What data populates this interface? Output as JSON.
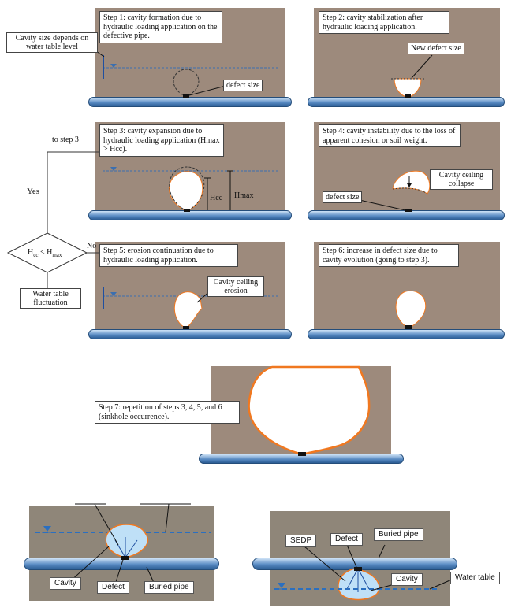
{
  "steps": {
    "step1": "Step 1: cavity formation due to hydraulic loading application on the defective pipe.",
    "step2": "Step 2: cavity stabilization after hydraulic loading application.",
    "step3": "Step 3: cavity expansion due to hydraulic loading application (Hmax > Hcc).",
    "step4": "Step 4: cavity instability due to the loss of apparent cohesion or soil weight.",
    "step5": "Step 5: erosion continuation due to hydraulic loading application.",
    "step6": "Step 6: increase in defect size due to cavity evolution (going to step 3).",
    "step7": "Step 7: repetition of steps 3, 4, 5, and 6 (sinkhole occurrence)."
  },
  "labels": {
    "cavity_size_depends": "Cavity size depends on water table level",
    "defect_size": "defect size",
    "new_defect_size": "New defect size",
    "hcc": "Hcc",
    "hmax": "Hmax",
    "cavity_ceiling_collapse": "Cavity ceiling collapse",
    "cavity_ceiling_erosion": "Cavity ceiling erosion",
    "to_step3": "to step 3",
    "yes": "Yes",
    "no": "No",
    "decision": "Hcc < Hmax",
    "water_table_fluctuation": "Water table fluctuation"
  },
  "bottom_left": {
    "cavity": "Cavity",
    "defect": "Defect",
    "buried_pipe": "Buried pipe"
  },
  "bottom_right": {
    "sedp": "SEDP",
    "defect": "Defect",
    "buried_pipe": "Buried pipe",
    "cavity": "Cavity",
    "water_table": "Water table"
  },
  "colors": {
    "soil": "#9d8a7c",
    "pipe": "#5a8cc4",
    "cavity_outline": "#f07820",
    "water": "#2a6fc0"
  }
}
